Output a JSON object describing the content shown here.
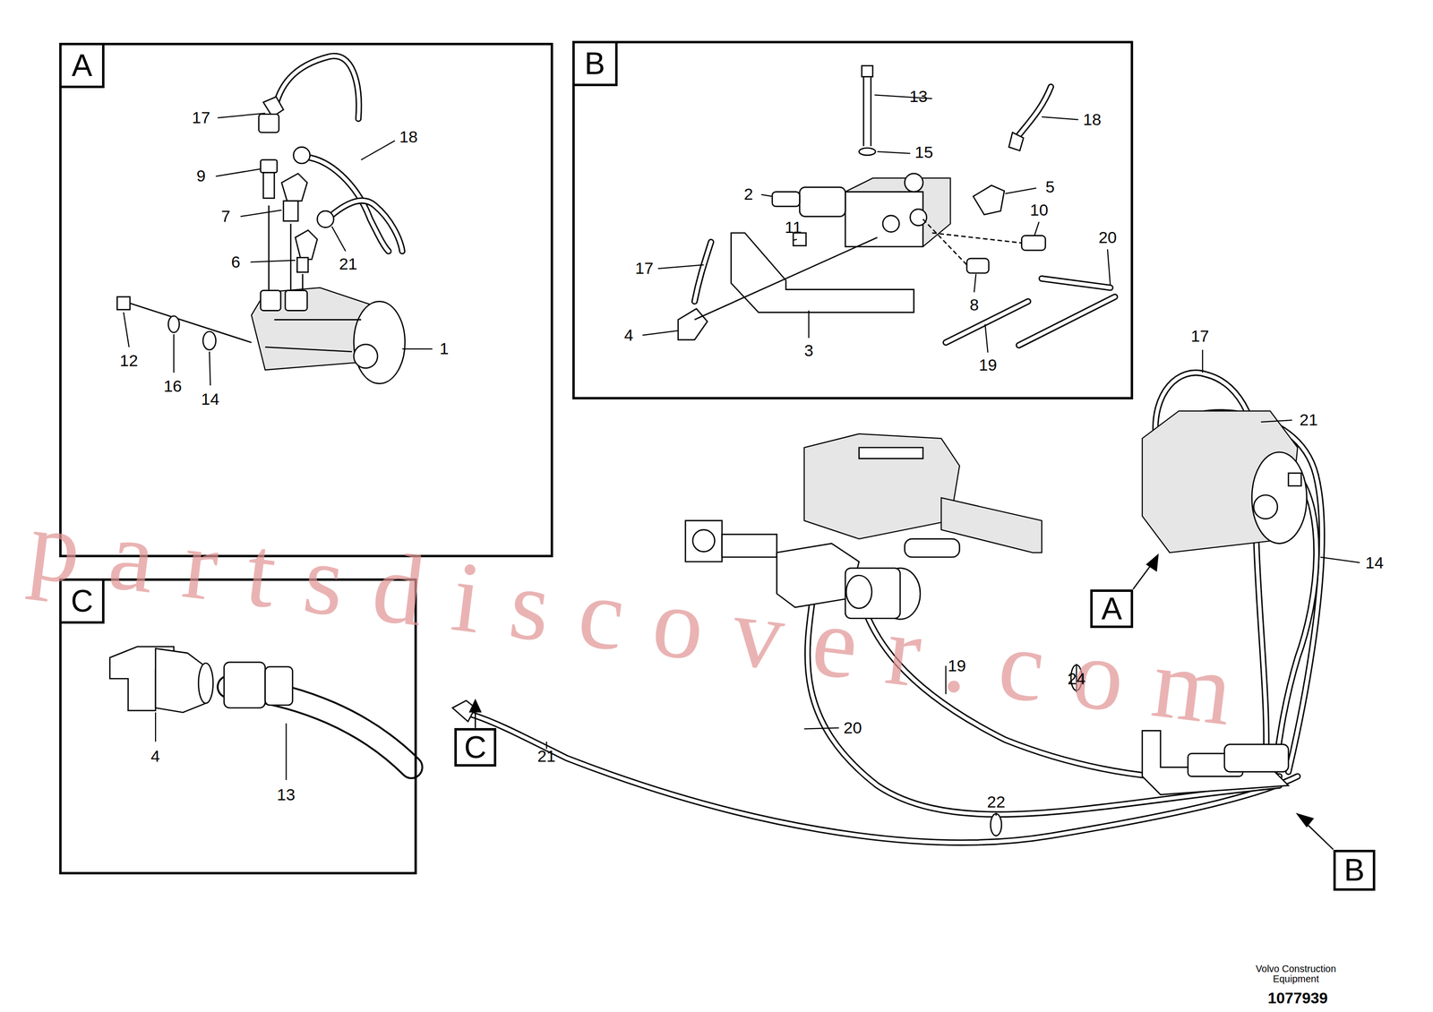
{
  "diagram": {
    "nodes": [
      {
        "text": [
          "A"
        ]
      },
      {
        "text": [
          "B"
        ]
      },
      {
        "text": [
          "C"
        ]
      },
      {
        "text": [
          "A"
        ]
      },
      {
        "text": [
          "C"
        ]
      },
      {
        "text": [
          "B"
        ]
      }
    ],
    "labels": [
      "17",
      "9",
      "7",
      "6",
      "18",
      "21",
      "12",
      "16",
      "14",
      "1",
      "13",
      "15",
      "18",
      "2",
      "5",
      "10",
      "20",
      "11",
      "17",
      "4",
      "3",
      "8",
      "19",
      "4",
      "13",
      "17",
      "21",
      "14",
      "19",
      "24",
      "20",
      "21",
      "22",
      "partsdiscover.com",
      "Volvo Construction Equipment",
      "1077939"
    ]
  }
}
